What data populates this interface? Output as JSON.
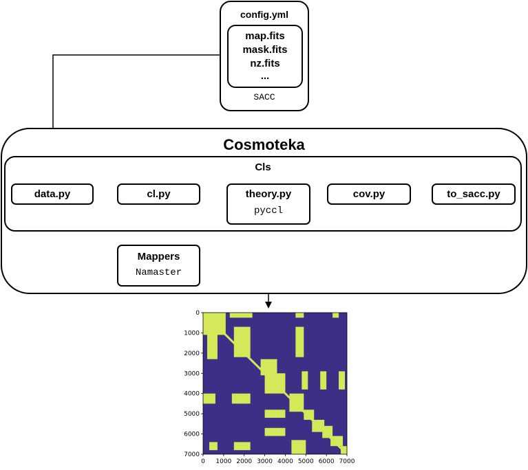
{
  "config": {
    "title": "config.yml",
    "files": [
      "map.fits",
      "mask.fits",
      "nz.fits",
      "..."
    ],
    "sacc_label": "SACC"
  },
  "cosmoteka": {
    "title": "Cosmoteka",
    "cls_title": "Cls"
  },
  "nodes": {
    "data": "data.py",
    "cl": "cl.py",
    "theory": "theory.py",
    "theory_sub": "pyccl",
    "cov": "cov.py",
    "to_sacc": "to_sacc.py",
    "mappers": "Mappers",
    "mappers_sub": "Namaster"
  },
  "matrix_plot": {
    "type": "heatmap",
    "x_ticks": [
      "0",
      "1000",
      "2000",
      "3000",
      "4000",
      "5000",
      "6000",
      "7000"
    ],
    "y_ticks": [
      "0",
      "1000",
      "2000",
      "3000",
      "4000",
      "5000",
      "6000",
      "7000"
    ],
    "range": [
      0,
      7000
    ],
    "colors": {
      "background": "#3b2f86",
      "high": "#d4e85a"
    },
    "blocks": [
      [
        0,
        1100,
        0,
        1100
      ],
      [
        1300,
        2400,
        0,
        250
      ],
      [
        4500,
        4900,
        0,
        250
      ],
      [
        6300,
        6600,
        0,
        250
      ],
      [
        200,
        700,
        300,
        2000
      ],
      [
        1500,
        2300,
        700,
        2200
      ],
      [
        200,
        700,
        1600,
        2300
      ],
      [
        4500,
        4900,
        700,
        2200
      ],
      [
        2800,
        3600,
        2300,
        3100
      ],
      [
        3000,
        4000,
        3000,
        4000
      ],
      [
        3300,
        3700,
        3200,
        3500
      ],
      [
        4800,
        5100,
        2900,
        3800
      ],
      [
        5700,
        6000,
        2900,
        3800
      ],
      [
        6600,
        6900,
        2900,
        3800
      ],
      [
        0,
        600,
        4000,
        4500
      ],
      [
        1400,
        2300,
        4000,
        4500
      ],
      [
        4200,
        4900,
        4000,
        4900
      ],
      [
        3000,
        4000,
        4800,
        5200
      ],
      [
        4900,
        5400,
        4800,
        5300
      ],
      [
        5300,
        5900,
        5300,
        5900
      ],
      [
        3000,
        4000,
        5700,
        6100
      ],
      [
        5800,
        6300,
        5600,
        6200
      ],
      [
        6200,
        6800,
        6100,
        6600
      ],
      [
        300,
        700,
        6400,
        6800
      ],
      [
        1500,
        2300,
        6400,
        6800
      ],
      [
        6700,
        7000,
        6600,
        7000
      ],
      [
        4300,
        5000,
        6300,
        7000
      ]
    ]
  }
}
